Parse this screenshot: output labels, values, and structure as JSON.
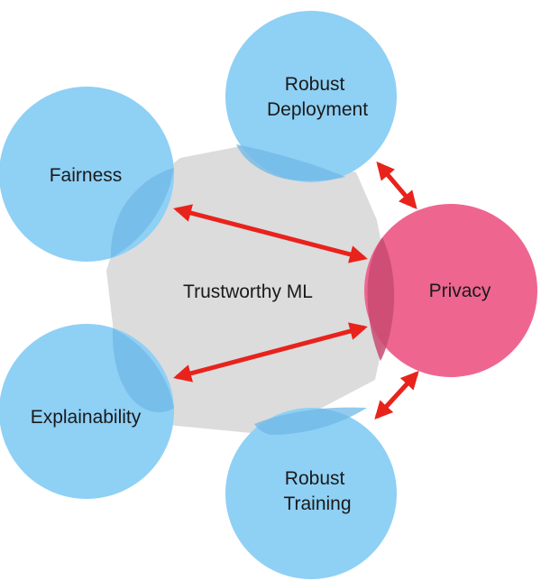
{
  "center": {
    "label": "Trustworthy ML",
    "color": "#dcdcdc"
  },
  "nodes": [
    {
      "id": "robust-deployment",
      "lines": [
        "Robust",
        "Deployment"
      ],
      "color": "#8fd0f5"
    },
    {
      "id": "fairness",
      "lines": [
        "Fairness"
      ],
      "color": "#8fd0f5"
    },
    {
      "id": "privacy",
      "lines": [
        "Privacy"
      ],
      "color": "#ee6690"
    },
    {
      "id": "explainability",
      "lines": [
        "Explainability"
      ],
      "color": "#8fd0f5"
    },
    {
      "id": "robust-training",
      "lines": [
        "Robust",
        "Training"
      ],
      "color": "#8fd0f5"
    }
  ],
  "arrows": [
    {
      "from": "fairness",
      "to": "privacy"
    },
    {
      "from": "explainability",
      "to": "privacy"
    },
    {
      "from": "robust-deployment",
      "to": "privacy"
    },
    {
      "from": "robust-training",
      "to": "privacy"
    }
  ],
  "arrow_color": "#e8231c"
}
